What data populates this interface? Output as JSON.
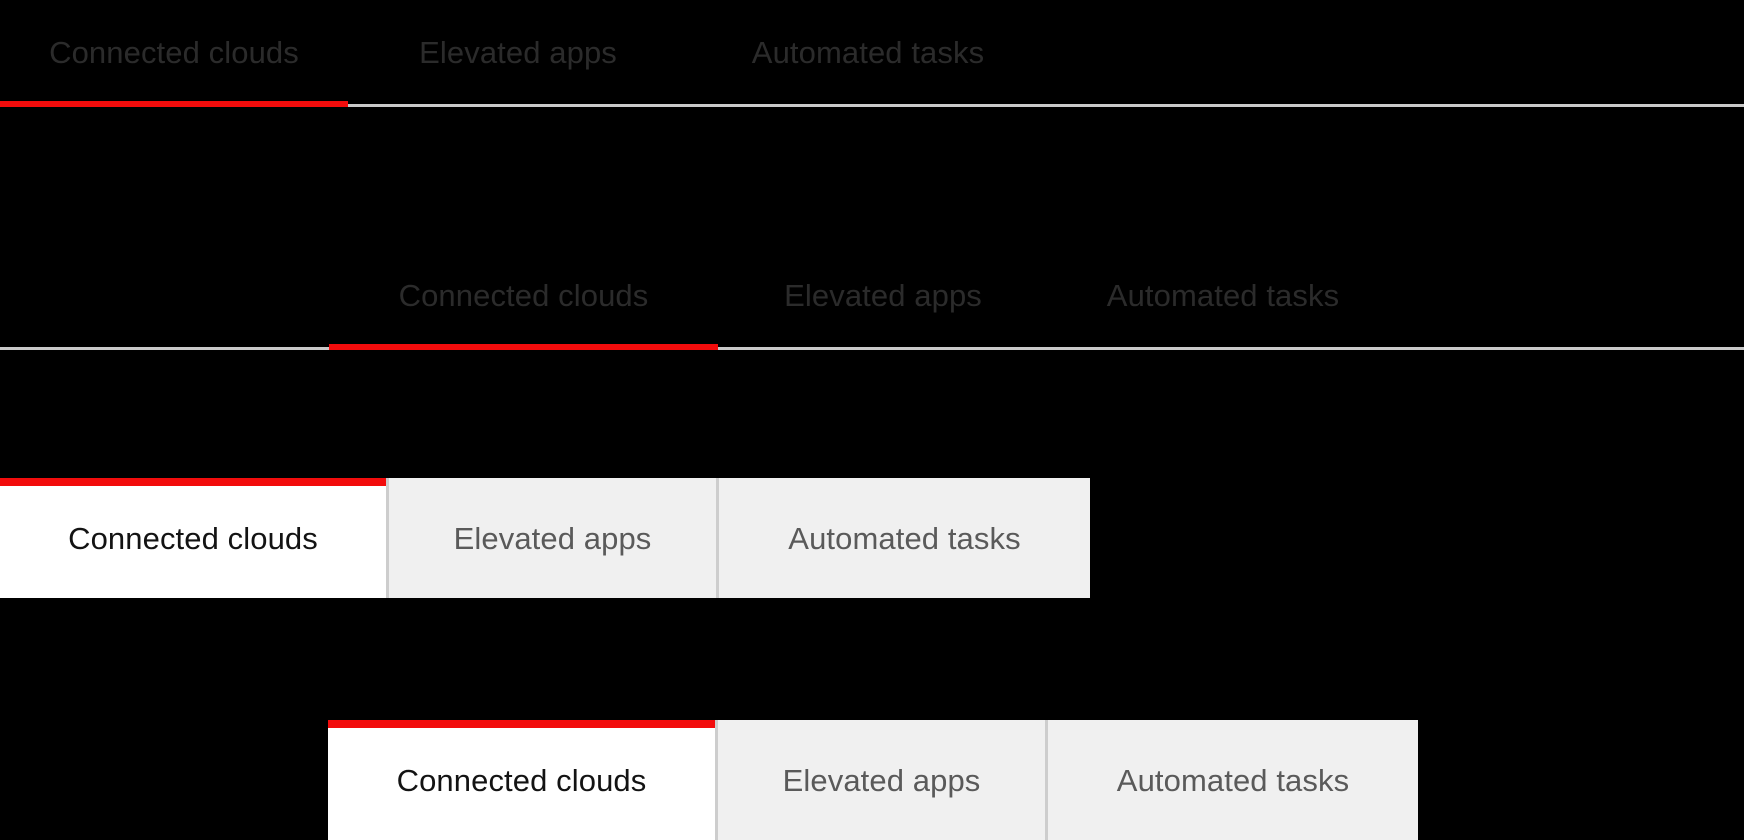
{
  "theme": {
    "background": "#000000",
    "accent_red": "#f20c0c",
    "rule_gray": "#c9c9c9",
    "inactive_tab_bg": "#f0f0f0",
    "active_tab_bg": "#ffffff",
    "divider_gray": "#cdcdcd",
    "plain_label_color": "#2b2b2b",
    "filled_active_label_color": "#131313",
    "filled_inactive_label_color": "#5a5a5a"
  },
  "tabsets": [
    {
      "id": "plain-left",
      "style": "plain",
      "active_index": 0,
      "tabs": [
        {
          "label": "Connected clouds"
        },
        {
          "label": "Elevated apps"
        },
        {
          "label": "Automated tasks"
        }
      ]
    },
    {
      "id": "plain-indented",
      "style": "plain",
      "active_index": 0,
      "tabs": [
        {
          "label": "Connected clouds"
        },
        {
          "label": "Elevated apps"
        },
        {
          "label": "Automated tasks"
        }
      ]
    },
    {
      "id": "filled-left",
      "style": "filled",
      "active_index": 0,
      "tabs": [
        {
          "label": "Connected clouds"
        },
        {
          "label": "Elevated apps"
        },
        {
          "label": "Automated tasks"
        }
      ]
    },
    {
      "id": "filled-indented",
      "style": "filled",
      "active_index": 0,
      "tabs": [
        {
          "label": "Connected clouds"
        },
        {
          "label": "Elevated apps"
        },
        {
          "label": "Automated tasks"
        }
      ]
    }
  ]
}
